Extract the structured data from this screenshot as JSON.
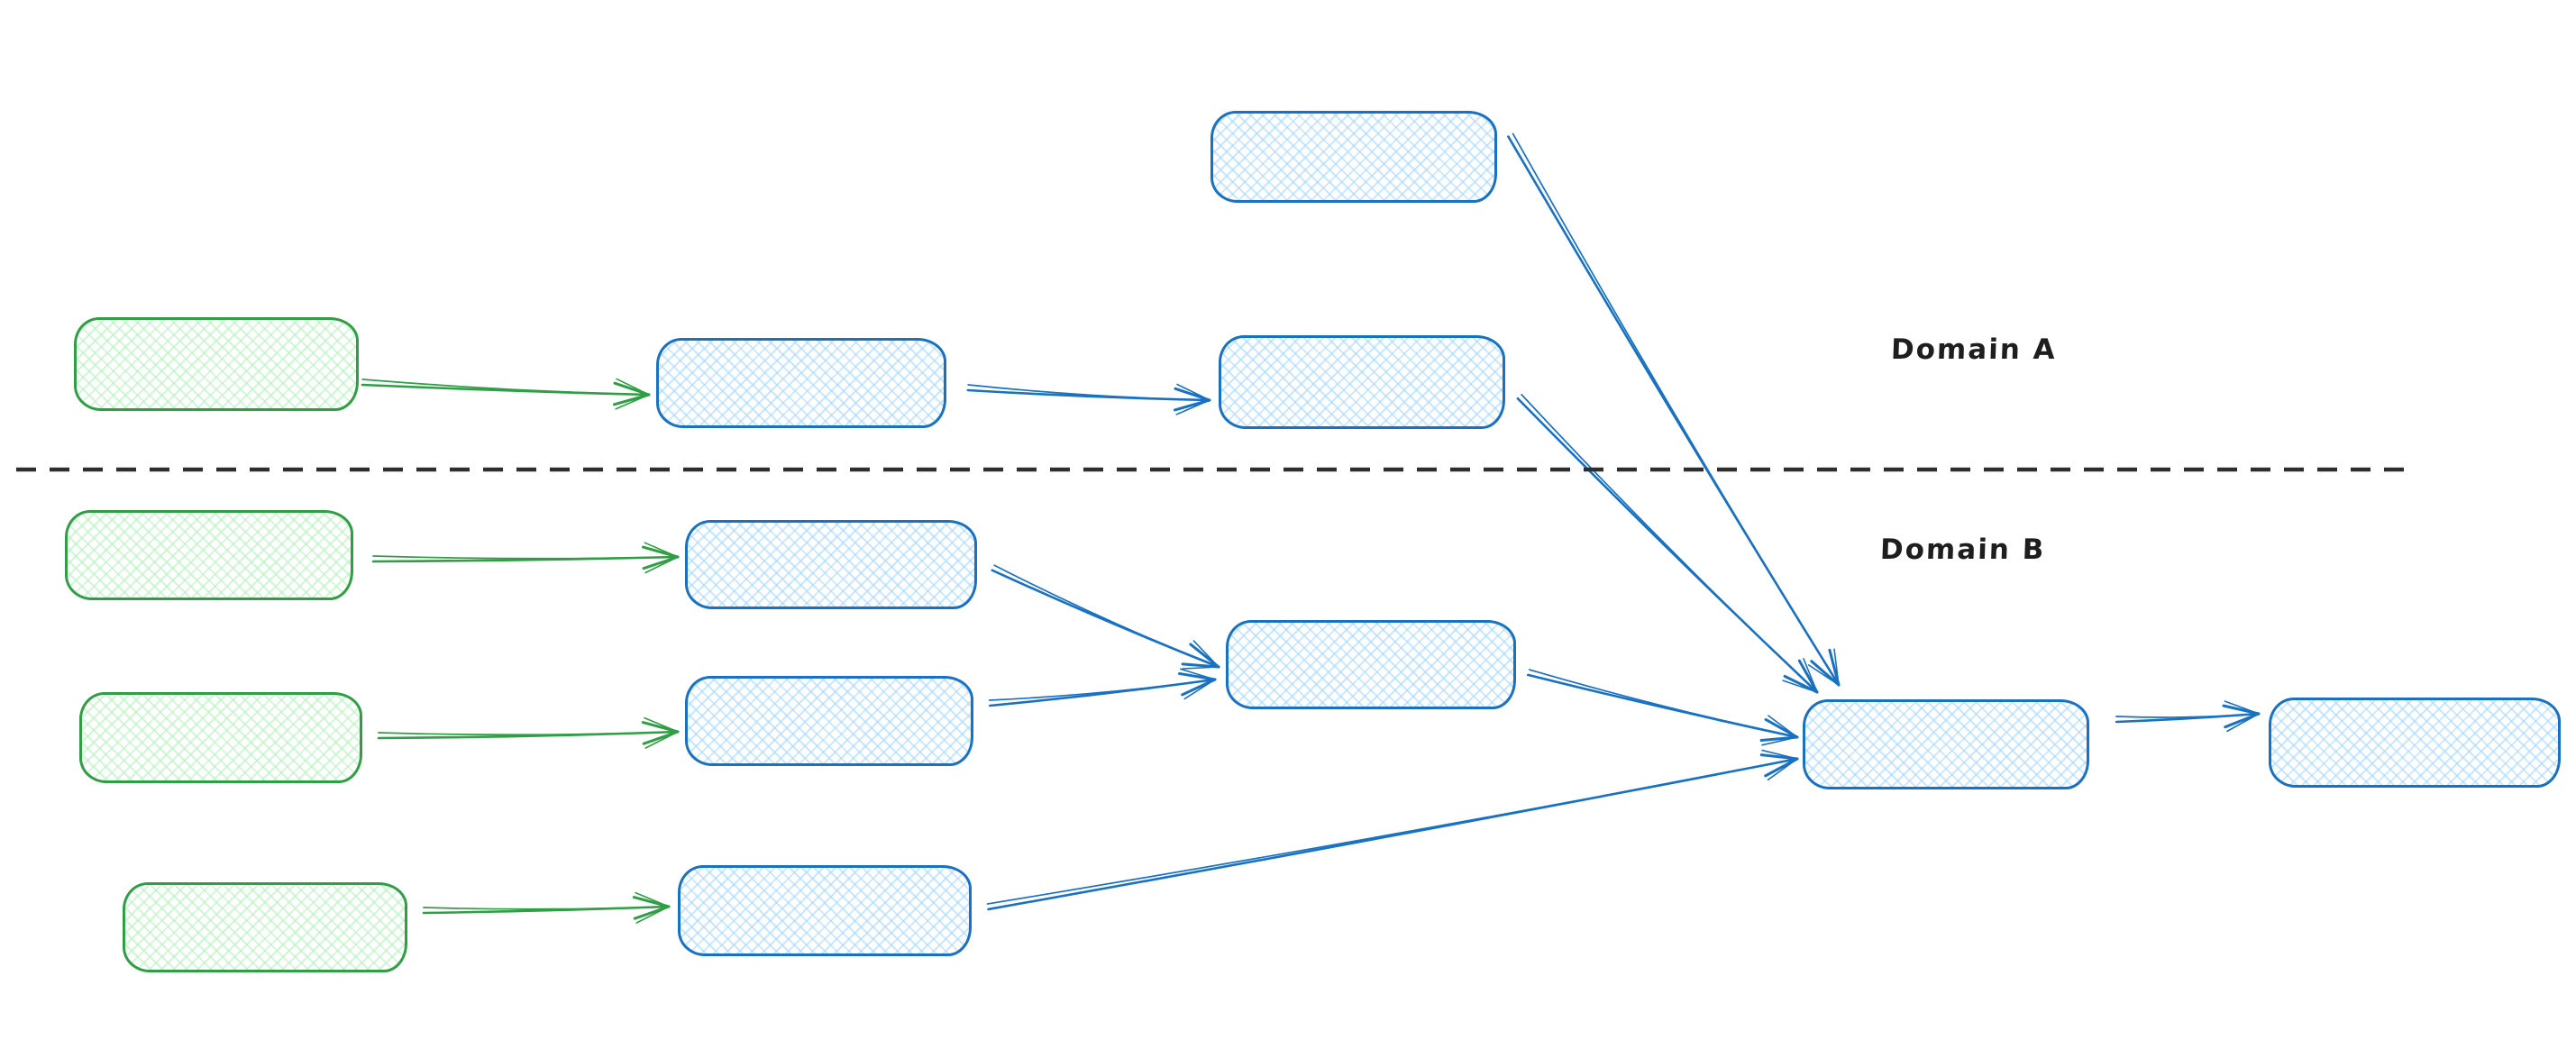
{
  "diagram": {
    "type": "flow-diagram",
    "background": "#ffffff",
    "labels": {
      "domain_a": "Domain A",
      "domain_b": "Domain B"
    },
    "colors": {
      "blue_stroke": "#1971c2",
      "blue_fill": "#a5d8ff",
      "green_stroke": "#2f9e44",
      "green_fill": "#b2f2bb",
      "divider": "#2e2e2e",
      "label_text": "#1e1e1e"
    },
    "divider": {
      "style": "dashed",
      "orientation": "horizontal"
    },
    "nodes": [
      {
        "id": "source-a",
        "color": "green",
        "domain": "A"
      },
      {
        "id": "process-a1",
        "color": "blue",
        "domain": "A"
      },
      {
        "id": "process-a2",
        "color": "blue",
        "domain": "A"
      },
      {
        "id": "input-top",
        "color": "blue",
        "domain": "A"
      },
      {
        "id": "source-b1",
        "color": "green",
        "domain": "B"
      },
      {
        "id": "process-b1",
        "color": "blue",
        "domain": "B"
      },
      {
        "id": "source-b2",
        "color": "green",
        "domain": "B"
      },
      {
        "id": "process-b2",
        "color": "blue",
        "domain": "B"
      },
      {
        "id": "source-b3",
        "color": "green",
        "domain": "B"
      },
      {
        "id": "process-b3",
        "color": "blue",
        "domain": "B"
      },
      {
        "id": "merge-b",
        "color": "blue",
        "domain": "B"
      },
      {
        "id": "merge-all",
        "color": "blue",
        "domain": "B"
      },
      {
        "id": "output",
        "color": "blue",
        "domain": "B"
      }
    ],
    "edges": [
      {
        "from": "source-a",
        "to": "process-a1",
        "color": "green"
      },
      {
        "from": "process-a1",
        "to": "process-a2",
        "color": "blue"
      },
      {
        "from": "input-top",
        "to": "merge-all",
        "color": "blue"
      },
      {
        "from": "process-a2",
        "to": "merge-all",
        "color": "blue"
      },
      {
        "from": "source-b1",
        "to": "process-b1",
        "color": "green"
      },
      {
        "from": "source-b2",
        "to": "process-b2",
        "color": "green"
      },
      {
        "from": "source-b3",
        "to": "process-b3",
        "color": "green"
      },
      {
        "from": "process-b1",
        "to": "merge-b",
        "color": "blue"
      },
      {
        "from": "process-b2",
        "to": "merge-b",
        "color": "blue"
      },
      {
        "from": "merge-b",
        "to": "merge-all",
        "color": "blue"
      },
      {
        "from": "process-b3",
        "to": "merge-all",
        "color": "blue"
      },
      {
        "from": "merge-all",
        "to": "output",
        "color": "blue"
      }
    ]
  }
}
